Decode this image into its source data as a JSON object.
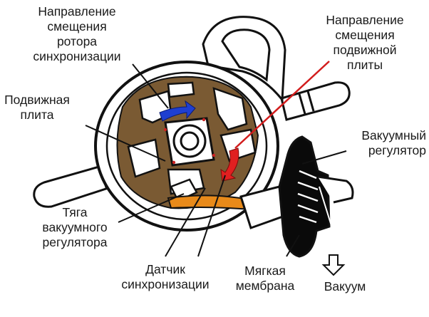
{
  "labels": {
    "rotor_direction": "Направление\nсмещения\nротора\nсинхронизации",
    "plate_direction": "Направление\nсмещения\nподвижной\nплиты",
    "movable_plate": "Подвижная\nплита",
    "vacuum_regulator": "Вакуумный\nрегулятор",
    "vacuum_rod": "Тяга\nвакуумного\nрегулятора",
    "timing_sensor": "Датчик\nсинхронизации",
    "soft_membrane": "Мягкая\nмембрана",
    "vacuum": "Вакуум"
  },
  "colors": {
    "outline": "#111111",
    "housing_fill": "#ffffff",
    "brown_plate": "#7a5a33",
    "rotor_arrow": "#1f3fd0",
    "plate_arrow": "#e02020",
    "vacuum_rod": "#e88a1a",
    "red_leader": "#d21c1c",
    "sensor_marks": "#cc2222",
    "membrane_dark": "#0a0a0a"
  }
}
